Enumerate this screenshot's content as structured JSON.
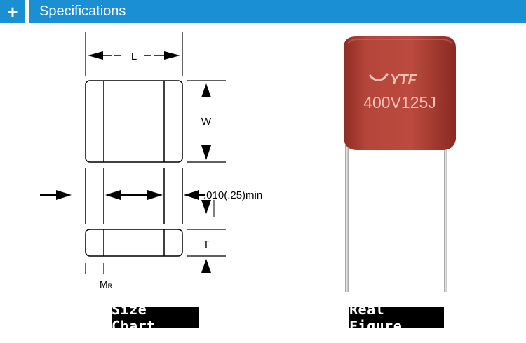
{
  "header": {
    "icon": "plus-icon",
    "title": "Specifications"
  },
  "diagram": {
    "label_l": "L",
    "label_w": "W",
    "label_gap": ".010(.25)min",
    "label_t": "T",
    "label_mr_main": "M",
    "label_mr_sub": "R"
  },
  "photo": {
    "brand": "YTF",
    "marking": "400V125J"
  },
  "captions": {
    "size_chart": "Size Chart",
    "real_figure": "Real Figure"
  },
  "colors": {
    "accent": "#1a8fd4",
    "capacitor_body": "#b5453a",
    "capacitor_text": "#e9c3b8",
    "lead": "#c8c8c8"
  }
}
